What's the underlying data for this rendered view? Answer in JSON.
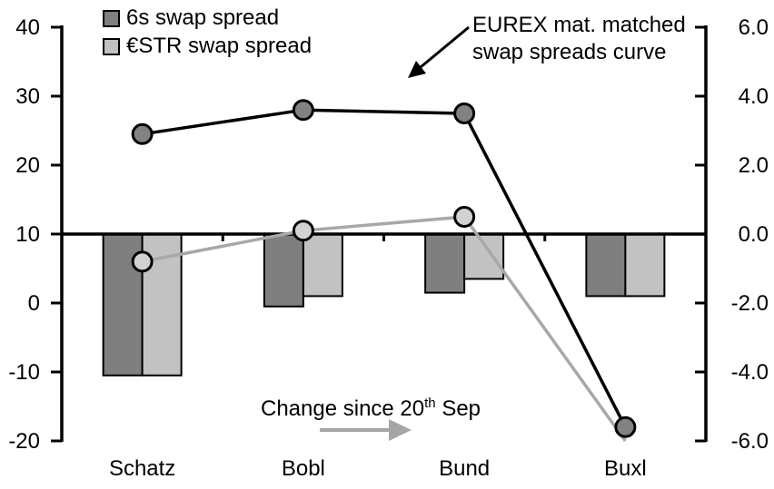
{
  "legend": {
    "items": [
      {
        "label": "6s swap spread",
        "color": "#7f7f7f"
      },
      {
        "label": "€STR swap spread",
        "color": "#c2c2c2"
      }
    ]
  },
  "annotations": {
    "eurex": {
      "line1": "EUREX mat. matched",
      "line2": "swap spreads curve"
    },
    "change": {
      "text": "Change since 20",
      "sup": "th",
      "suffix": " Sep"
    }
  },
  "chart_data": {
    "type": "combo",
    "categories": [
      "Schatz",
      "Bobl",
      "Bund",
      "Buxl"
    ],
    "bar_series": [
      {
        "name": "6s swap spread",
        "axis": "right",
        "color": "#7f7f7f",
        "values": [
          -4.1,
          -2.1,
          -1.7,
          -1.8
        ]
      },
      {
        "name": "€STR swap spread",
        "axis": "right",
        "color": "#c2c2c2",
        "values": [
          -4.1,
          -1.8,
          -1.3,
          -1.8
        ]
      }
    ],
    "line_series": [
      {
        "name": "EUREX mat. matched swap spreads curve (6s)",
        "axis": "right",
        "line_color": "#000000",
        "marker_fill": "#828282",
        "values": [
          2.9,
          3.6,
          3.5,
          -5.6
        ],
        "markers": [
          true,
          true,
          true,
          true
        ]
      },
      {
        "name": "EUREX mat. matched swap spreads curve (€STR)",
        "axis": "right",
        "line_color": "#a8a8a8",
        "marker_fill": "#d2d2d2",
        "values": [
          -0.8,
          0.1,
          0.5,
          -6.0
        ],
        "markers": [
          true,
          true,
          true,
          false
        ]
      }
    ],
    "left_axis": {
      "min": -20,
      "max": 40,
      "tick_labels": [
        "40",
        "30",
        "20",
        "10",
        "0",
        "-10",
        "-20"
      ]
    },
    "right_axis": {
      "min": -6.0,
      "max": 6.0,
      "tick_labels": [
        "6.0",
        "4.0",
        "2.0",
        "0.0",
        "-2.0",
        "-4.0",
        "-6.0"
      ]
    },
    "axis_note": "left axis value = 5 * right axis value + 10; zero line of right axis aligns with left label 10",
    "grid": false,
    "legend_position": "top-left",
    "arrow_color": "#a6a6a6"
  }
}
